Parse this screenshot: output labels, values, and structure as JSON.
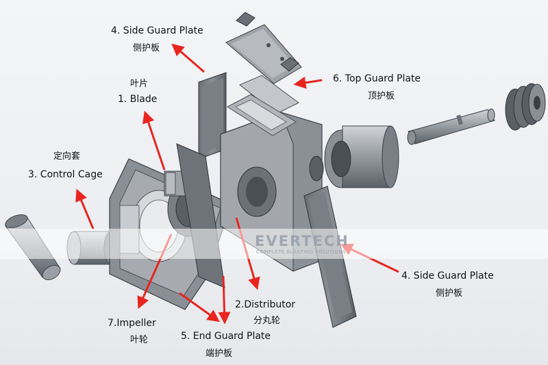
{
  "labels": {
    "side_guard_top": {
      "en": "4. Side Guard Plate",
      "cn": "侧护板"
    },
    "top_guard": {
      "en": "6. Top Guard Plate",
      "cn": "顶护板"
    },
    "blade": {
      "cn": "叶片",
      "en": "1. Blade"
    },
    "control_cage": {
      "cn": "定向套",
      "en": "3. Control Cage"
    },
    "side_guard_right": {
      "en": "4. Side Guard Plate",
      "cn": "侧护板"
    },
    "distributor": {
      "en": "2.Distributor",
      "cn": "分丸轮"
    },
    "impeller": {
      "en": "7.Impeller",
      "cn": "叶轮"
    },
    "end_guard": {
      "en": "5. End Guard Plate",
      "cn": "端护板"
    }
  },
  "watermark": {
    "brand": "EVERTECH",
    "tagline": "COMPLETE BLASTING SOLUTIONS"
  },
  "colors": {
    "arrow": "#e8251f",
    "part_dark": "#5d6268",
    "part_mid": "#8b9096",
    "part_light": "#b9bdc2"
  }
}
